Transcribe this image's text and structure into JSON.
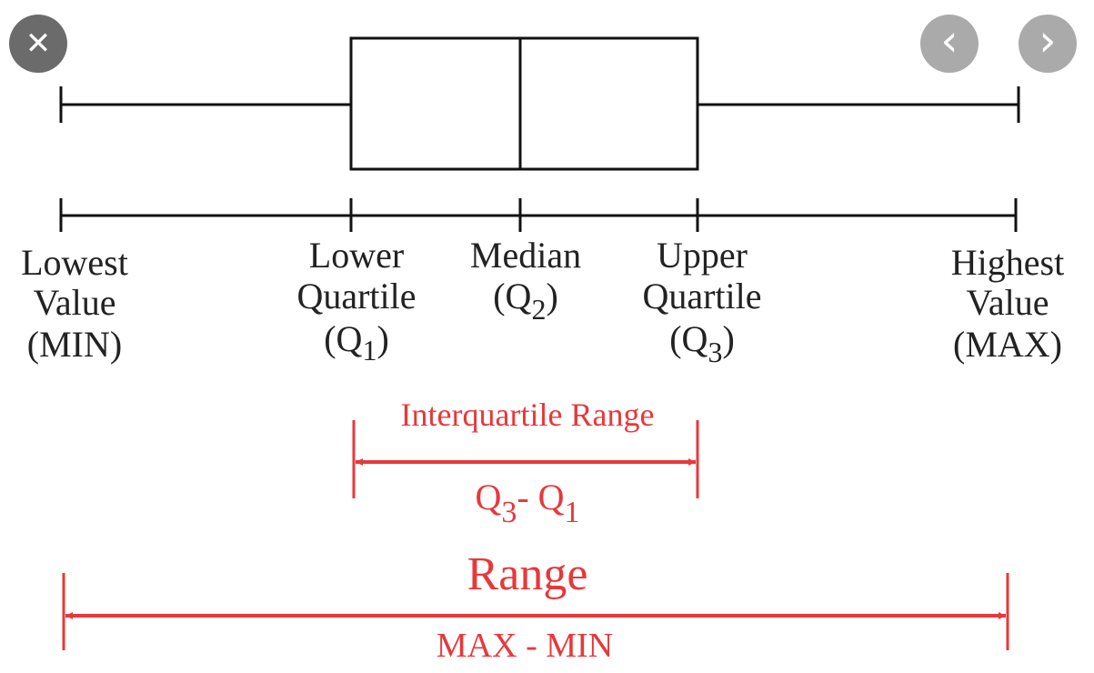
{
  "viewer": {
    "close_icon": "close-icon",
    "prev_icon": "chevron-left-icon",
    "next_icon": "chevron-right-icon",
    "close_glyph": "✕",
    "prev_glyph": "‹",
    "next_glyph": "›"
  },
  "diagram": {
    "title": "Box plot",
    "labels": {
      "min": [
        "Lowest",
        "Value",
        "(MIN)"
      ],
      "q1": [
        "Lower",
        "Quartile",
        "(Q",
        "1",
        ")"
      ],
      "median": [
        "Median",
        "(Q",
        "2",
        ")"
      ],
      "q3": [
        "Upper",
        "Quartile",
        "(Q",
        "3",
        ")"
      ],
      "max": [
        "Highest",
        "Value",
        "(MAX)"
      ]
    },
    "iqr": {
      "title": "Interquartile Range",
      "formula": [
        "Q",
        "3",
        "-  Q",
        "1"
      ]
    },
    "range": {
      "title": "Range",
      "formula": "MAX  -  MIN"
    },
    "colors": {
      "annotation": "#e8383a",
      "lines": "#111111"
    }
  }
}
